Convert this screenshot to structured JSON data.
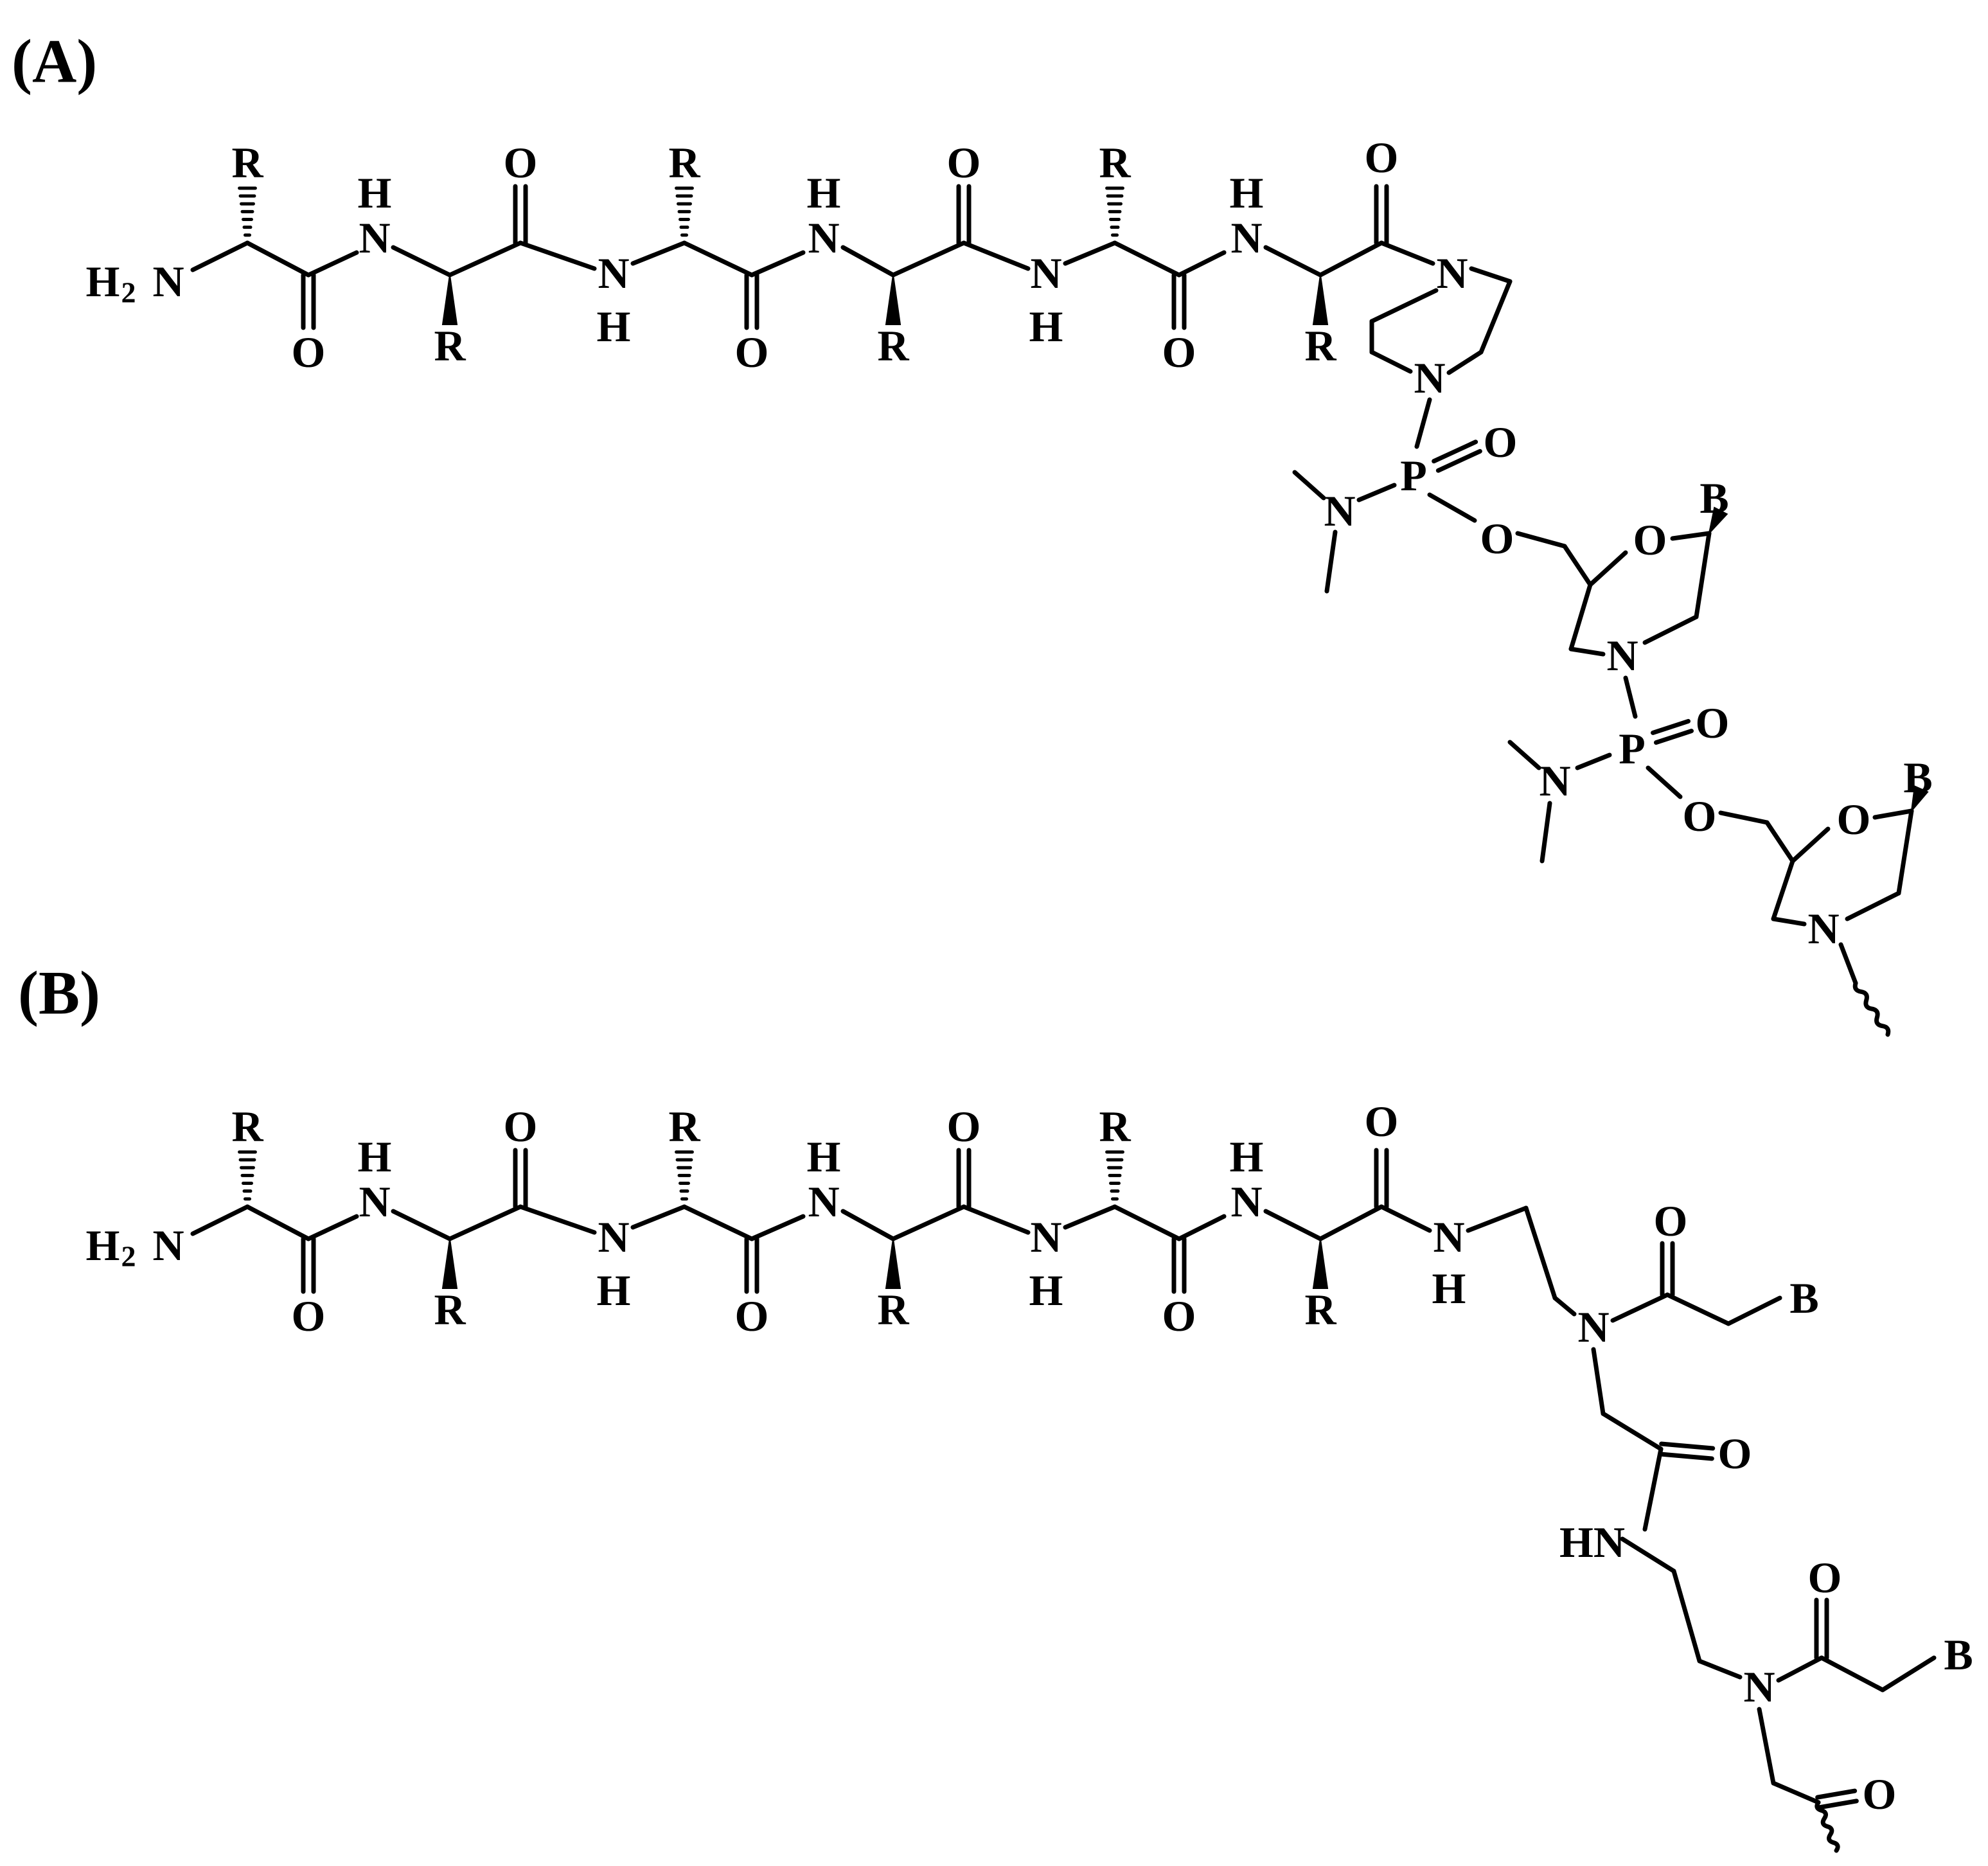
{
  "figure": {
    "panel_a_label": "(A)",
    "panel_b_label": "(B)",
    "atoms": {
      "h2n": "H",
      "h2n_sub": "2",
      "h2n_n": "N",
      "r": "R",
      "o": "O",
      "n": "N",
      "h": "H",
      "p": "P",
      "b": "B",
      "hn": "HN"
    }
  }
}
